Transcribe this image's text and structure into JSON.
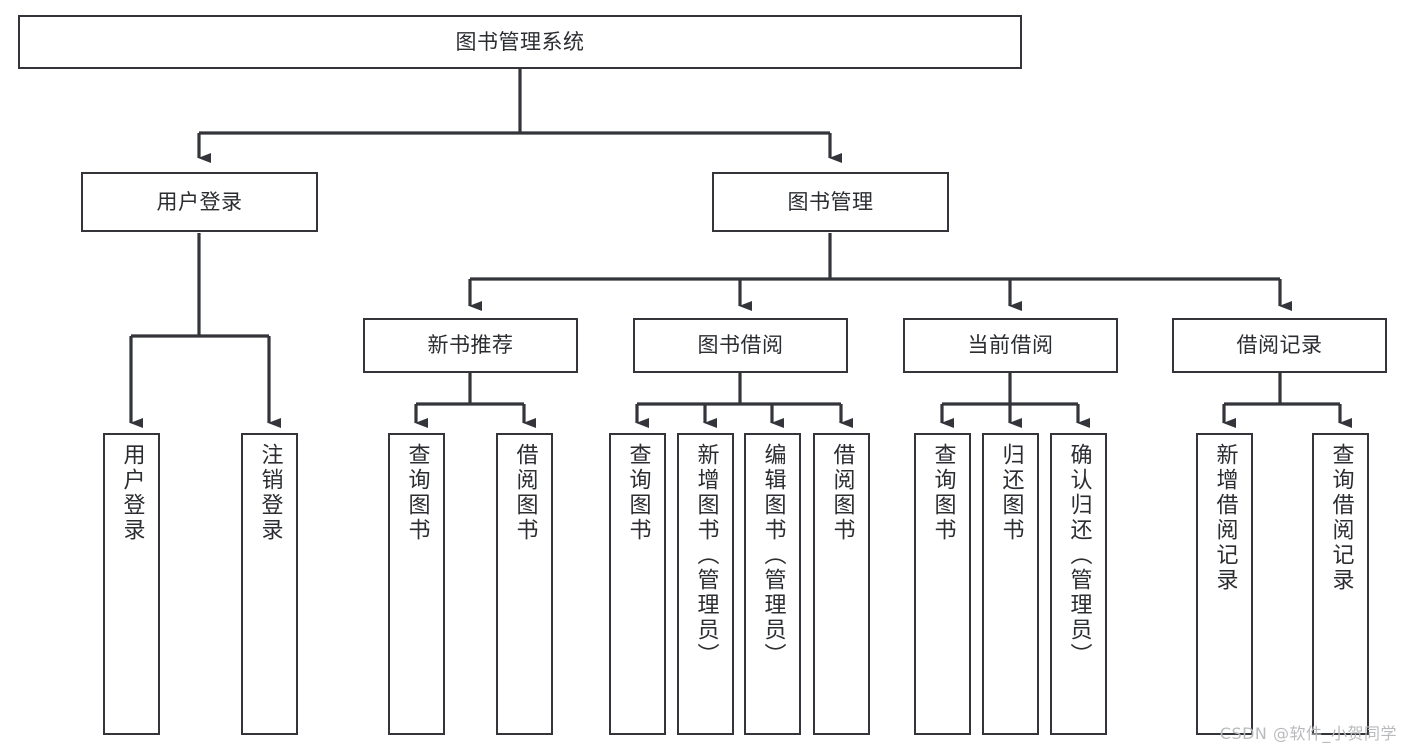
{
  "diagram": {
    "title": "图书管理系统",
    "type": "tree-hierarchy-diagram",
    "watermark": "CSDN @软件_小贺同学",
    "colors": {
      "stroke": "#33353a",
      "text": "#2b2d31",
      "background": "#ffffff",
      "watermark": "#b9babd"
    },
    "nodes": {
      "root": {
        "label": "图书管理系统"
      },
      "level2": [
        {
          "id": "user-login",
          "label": "用户登录"
        },
        {
          "id": "book-manage",
          "label": "图书管理"
        }
      ],
      "level3": [
        {
          "id": "new-book-recommend",
          "label": "新书推荐"
        },
        {
          "id": "book-borrow",
          "label": "图书借阅"
        },
        {
          "id": "current-borrow",
          "label": "当前借阅"
        },
        {
          "id": "borrow-record",
          "label": "借阅记录"
        }
      ],
      "leaves": {
        "user-login": [
          {
            "id": "leaf-user-login",
            "label": "用户登录"
          },
          {
            "id": "leaf-user-logout",
            "label": "注销登录"
          }
        ],
        "new-book-recommend": [
          {
            "id": "leaf-query-book-1",
            "label": "查询图书"
          },
          {
            "id": "leaf-borrow-book-1",
            "label": "借阅图书"
          }
        ],
        "book-borrow": [
          {
            "id": "leaf-query-book-2",
            "label": "查询图书"
          },
          {
            "id": "leaf-add-book",
            "label": "新增图书（管理员）"
          },
          {
            "id": "leaf-edit-book",
            "label": "编辑图书（管理员）"
          },
          {
            "id": "leaf-borrow-book-2",
            "label": "借阅图书"
          }
        ],
        "current-borrow": [
          {
            "id": "leaf-query-book-3",
            "label": "查询图书"
          },
          {
            "id": "leaf-return-book",
            "label": "归还图书"
          },
          {
            "id": "leaf-confirm-return",
            "label": "确认归还（管理员）"
          }
        ],
        "borrow-record": [
          {
            "id": "leaf-add-record",
            "label": "新增借阅记录"
          },
          {
            "id": "leaf-query-record",
            "label": "查询借阅记录"
          }
        ]
      }
    }
  }
}
